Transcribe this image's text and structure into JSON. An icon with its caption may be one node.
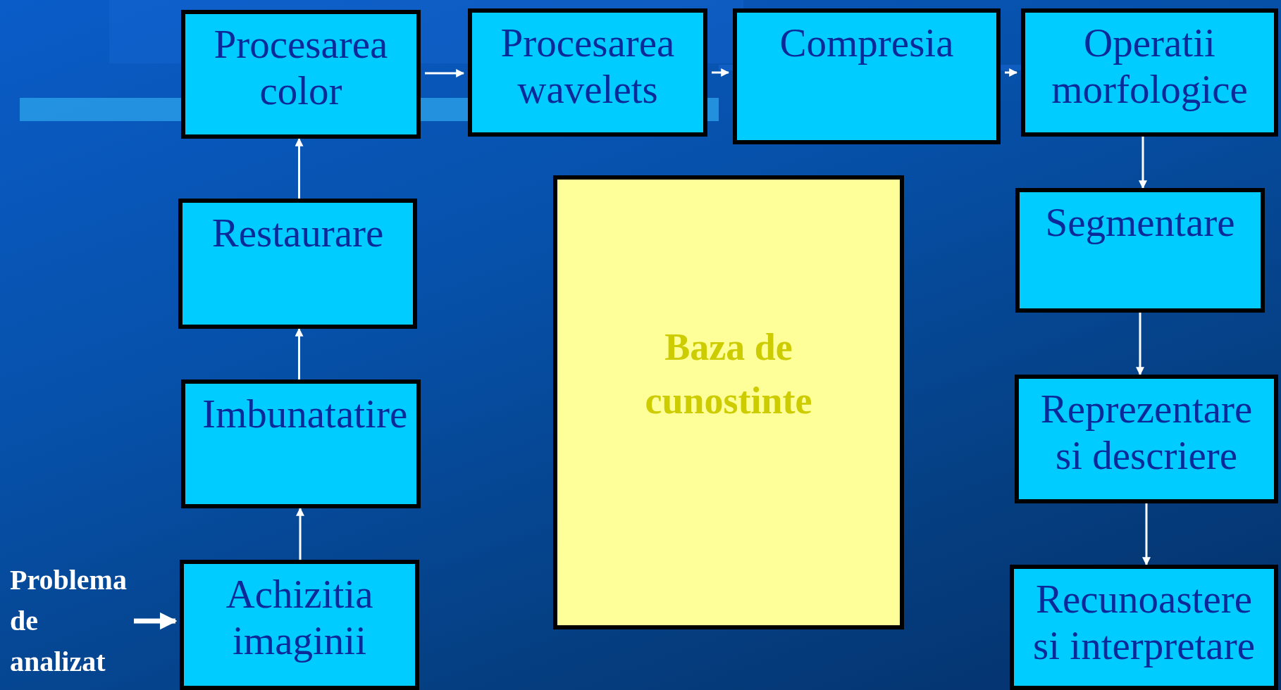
{
  "diagram": {
    "nodes": [
      {
        "text": [
          "Problema de analizat"
        ]
      },
      {
        "text": [
          "Achizitia imaginii"
        ]
      },
      {
        "text": [
          "Imbunatatire"
        ]
      },
      {
        "text": [
          "Restaurare"
        ]
      },
      {
        "text": [
          "Procesarea color"
        ]
      },
      {
        "text": [
          "Procesarea wavelets"
        ]
      },
      {
        "text": [
          "Compresia"
        ]
      },
      {
        "text": [
          "Operatii morfologice"
        ]
      },
      {
        "text": [
          "Segmentare"
        ]
      },
      {
        "text": [
          "Reprezentare si descriere"
        ]
      },
      {
        "text": [
          "Recunoastere si interpretare"
        ]
      },
      {
        "text": [
          "Baza de cunostinte"
        ]
      }
    ],
    "edges": [
      {
        "from": 0,
        "to": 1,
        "arrow": "to",
        "style": "thick"
      },
      {
        "from": 1,
        "to": 2,
        "arrow": "to"
      },
      {
        "from": 2,
        "to": 3,
        "arrow": "to"
      },
      {
        "from": 3,
        "to": 4,
        "arrow": "to"
      },
      {
        "from": 4,
        "to": 5,
        "arrow": "to"
      },
      {
        "from": 5,
        "to": 6,
        "arrow": "to"
      },
      {
        "from": 6,
        "to": 7,
        "arrow": "to"
      },
      {
        "from": 7,
        "to": 8,
        "arrow": "to"
      },
      {
        "from": 8,
        "to": 9,
        "arrow": "to"
      },
      {
        "from": 9,
        "to": 10,
        "arrow": "to"
      }
    ]
  }
}
